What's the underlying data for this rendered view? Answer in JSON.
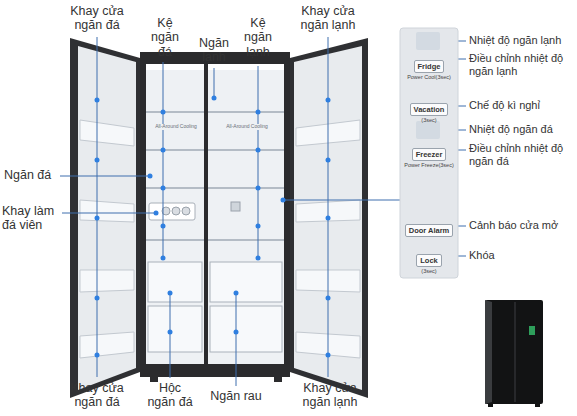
{
  "diagram": {
    "nodes": [
      {
        "text": [
          "Fridge",
          "Power Cool(3sec)"
        ]
      },
      {
        "text": [
          "Vacation",
          "(3sec)"
        ]
      },
      {
        "text": [
          "Freezer",
          "Power Freeze(3sec)"
        ]
      },
      {
        "text": [
          "Door Alarm"
        ]
      },
      {
        "text": [
          "Lock",
          "(3sec)"
        ]
      }
    ],
    "labels": [
      "Khay cửa ngăn đá",
      "Kệ ngăn đá",
      "Ngăn lạnh",
      "Kệ ngăn lạnh",
      "Khay cửa ngăn lạnh",
      "Nhiệt độ ngăn lạnh",
      "Điều chỉnh nhiệt độ ngăn lạnh",
      "Chế độ kì nghỉ",
      "Nhiệt độ ngăn đá",
      "Điều chỉnh nhiệt độ ngăn đá",
      "Ngăn đá",
      "Khay làm đá viên",
      "All-Around Cooling",
      "All-Around Cooling",
      "Cảnh báo cửa mở",
      "Khóa",
      "Khay cửa ngăn đá",
      "Hộc ngăn đá",
      "Ngăn rau",
      "Khay cửa ngăn lạnh"
    ]
  }
}
